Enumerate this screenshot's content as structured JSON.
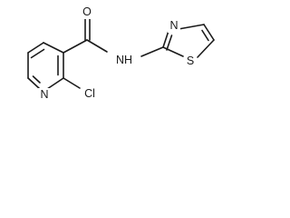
{
  "molecule": {
    "atoms": {
      "carbonyl_oxygen": "O",
      "amide_nitrogen": "NH",
      "pyridine_nitrogen": "N",
      "chlorine": "Cl",
      "thiazole_nitrogen": "N",
      "thiazole_sulfur": "S"
    }
  }
}
